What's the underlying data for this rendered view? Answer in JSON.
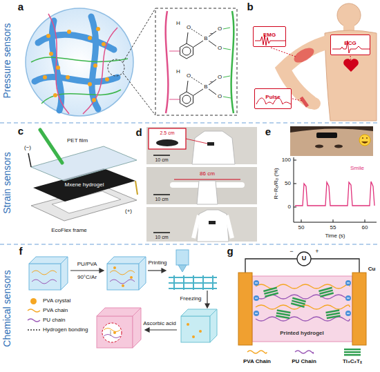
{
  "diagram": {
    "nodes": [
      {
        "text": [
          "EMG"
        ]
      },
      {
        "text": [
          "ECG"
        ]
      },
      {
        "text": [
          "Pulse"
        ]
      }
    ],
    "labels": [
      "Pressure sensors",
      "a",
      "H",
      "O",
      "B",
      "−",
      "O",
      "O",
      "H",
      "O",
      "B",
      "−",
      "O",
      "O",
      "b",
      "Strain sensors",
      "c",
      "PET film",
      "(−)",
      "Mxene hydrogel",
      "(+)",
      "EcoFlex frame",
      "d",
      "2.5 cm",
      "10 cm",
      "86 cm",
      "10 cm",
      "10 cm",
      "e",
      "R−R₀/R₀ (%)",
      "100",
      "50",
      "0",
      "Smile",
      "50",
      "55",
      "60",
      "Time (s)",
      "Chemical sensors",
      "f",
      "PU/PVA",
      "90°C/Ar",
      "Printing",
      "Freezing",
      "Ascorbic acid",
      "g",
      "U",
      "−",
      "+",
      "Cu",
      "Printed hydrogel"
    ],
    "legend": [
      {
        "text": "PVA crystal",
        "color": "#f5a623"
      },
      {
        "text": "PVA chain"
      },
      {
        "text": "PU chain"
      },
      {
        "text": "Hydrogen bonding"
      },
      {
        "text": "PVA Chain"
      },
      {
        "text": "PU Chain"
      },
      {
        "text": "Ti₃C₂Tₓ"
      }
    ]
  }
}
